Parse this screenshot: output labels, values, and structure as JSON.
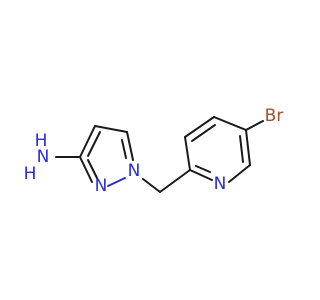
{
  "molecule": {
    "atoms": {
      "amine_n": {
        "label": "N",
        "color": "#2b2bd6"
      },
      "amine_h1": {
        "label": "H",
        "color": "#2b2bd6"
      },
      "amine_h2": {
        "label": "H",
        "color": "#2b2bd6"
      },
      "pyrazole_n2": {
        "label": "N",
        "color": "#2b2bd6"
      },
      "pyrazole_n1": {
        "label": "N",
        "color": "#2b2bd6"
      },
      "pyridine_n": {
        "label": "N",
        "color": "#2b2bd6"
      },
      "bromine": {
        "label": "Br",
        "color": "#a0522d"
      }
    },
    "colors": {
      "carbon_bond": "#1a1a1a",
      "nitrogen": "#2b2bd6",
      "bromine": "#a0522d",
      "background": "#ffffff"
    }
  }
}
